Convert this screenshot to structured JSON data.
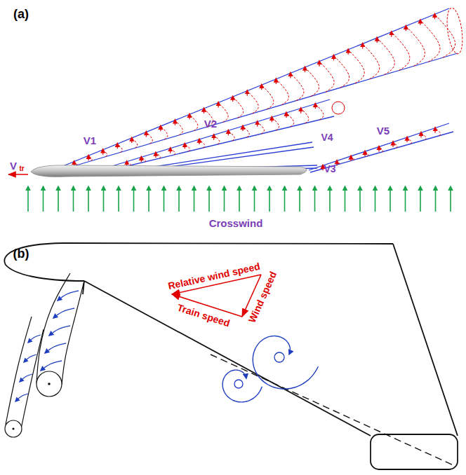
{
  "diagram": {
    "labels": [
      "(a)",
      "V1",
      "V2",
      "V4",
      "V3",
      "V5",
      "V",
      "tr",
      "Crosswind",
      "(b)",
      "Relative wind speed",
      "Wind speed",
      "Train speed"
    ]
  }
}
